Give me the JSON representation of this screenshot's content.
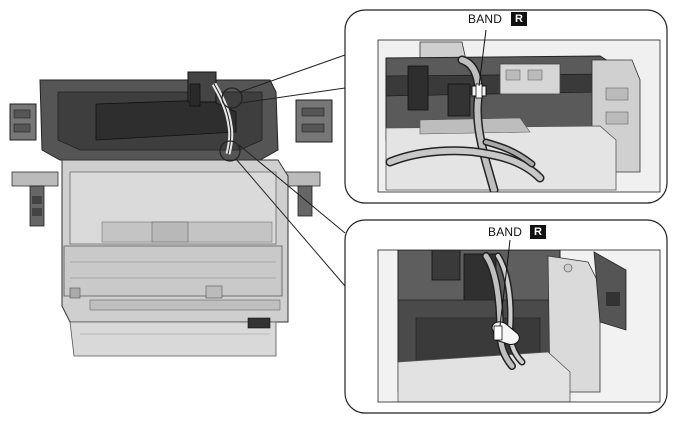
{
  "callouts": [
    {
      "label": "BAND",
      "badge": "R"
    },
    {
      "label": "BAND",
      "badge": "R"
    }
  ],
  "colors": {
    "line": "#222222",
    "part_dark": "#4d4d4d",
    "part_mid": "#9a9a9a",
    "part_light": "#d4d4d4",
    "background": "#ffffff"
  }
}
